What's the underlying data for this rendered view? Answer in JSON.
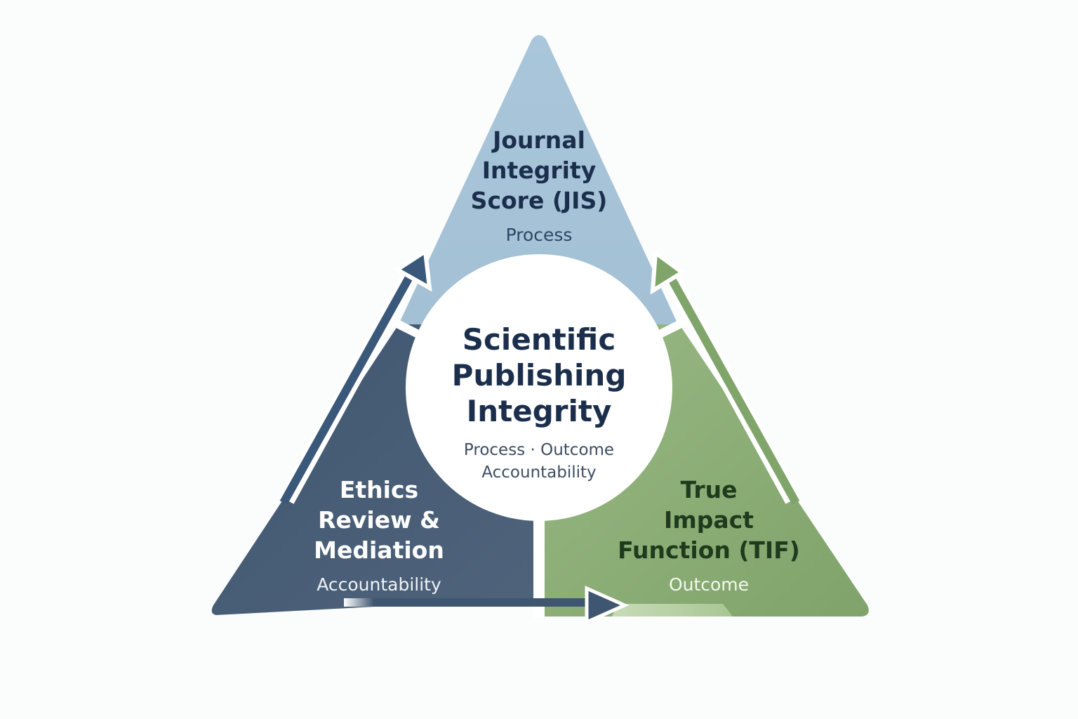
{
  "center": {
    "title_lines": [
      "Scientific",
      "Publishing",
      "Integrity"
    ],
    "subtitle_lines": [
      "Process · Outcome",
      "Accountability"
    ]
  },
  "top_segment": {
    "title_lines": [
      "Journal",
      "Integrity",
      "Score (JIS)"
    ],
    "subtitle": "Process"
  },
  "left_segment": {
    "title_lines": [
      "Ethics",
      "Review &",
      "Mediation"
    ],
    "subtitle": "Accountability"
  },
  "right_segment": {
    "title_lines": [
      "True",
      "Impact",
      "Function (TIF)"
    ],
    "subtitle": "Outcome"
  },
  "colors": {
    "top": "#a7c4d8",
    "left": "#465c75",
    "right": "#8fae78",
    "arrow_left": "#3a5879",
    "arrow_right": "#7fa56a",
    "arrow_bottom": "#3f5670",
    "text_dark": "#1b2f4d"
  }
}
